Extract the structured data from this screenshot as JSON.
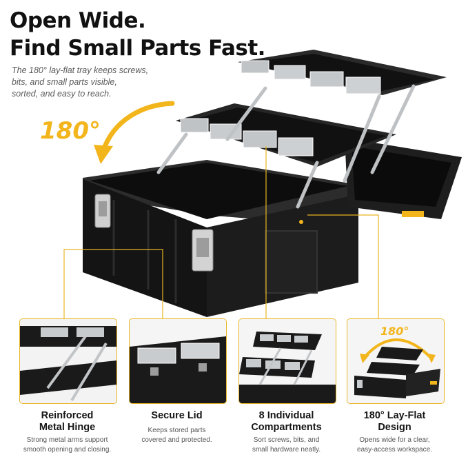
{
  "headline": {
    "line1": "Open Wide.",
    "line2": "Find Small Parts Fast."
  },
  "subtext": {
    "line1": "The 180° lay-flat tray keeps screws,",
    "line2": "bits, and small parts visible,",
    "line3": "sorted, and easy to reach."
  },
  "hero": {
    "degree_label": "180°"
  },
  "colors": {
    "accent": "#f2b51b",
    "box_body": "#1a1a1a",
    "text": "#111111",
    "muted_text": "#555555"
  },
  "features": [
    {
      "title_line1": "Reinforced",
      "title_line2": "Metal Hinge",
      "desc_line1": "Strong metal arms support",
      "desc_line2": "smooth opening and closing."
    },
    {
      "title_line1": "Secure Lid",
      "title_line2": "",
      "desc_line1": "Keeps stored parts",
      "desc_line2": "covered and protected."
    },
    {
      "title_line1": "8 Individual",
      "title_line2": "Compartments",
      "desc_line1": "Sort screws, bits, and",
      "desc_line2": "small hardware neatly."
    },
    {
      "title_line1": "180° Lay-Flat",
      "title_line2": "Design",
      "desc_line1": "Opens wide for a clear,",
      "desc_line2": "easy-access workspace.",
      "badge": "180°"
    }
  ]
}
